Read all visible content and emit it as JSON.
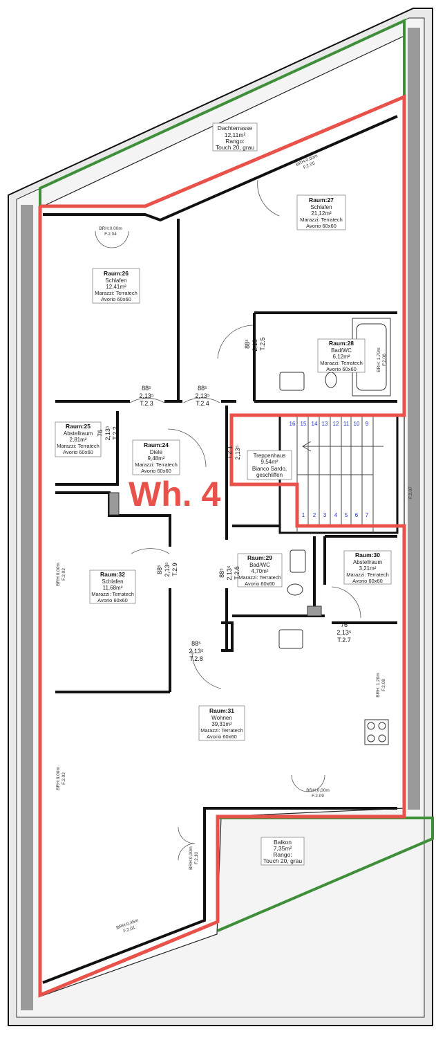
{
  "unit_label": "Wh. 4",
  "colors": {
    "unit_outline": "#e8524a",
    "outdoor_outline": "#3f8f3a",
    "wall_outline": "#111111",
    "insulation": "#9a9a9a",
    "label_box": "#777777",
    "step_numbers": "#1a35d6"
  },
  "rooms": [
    {
      "id": "dachterrasse",
      "title": "",
      "lines": [
        "Dachterrasse",
        "12,11m²",
        "Rango:",
        "Touch 20, grau"
      ]
    },
    {
      "id": "raum27",
      "title": "Raum:27",
      "lines": [
        "Schlafen",
        "21,12m²",
        "Marazzi: Terratech",
        "Avorio 60x60"
      ]
    },
    {
      "id": "raum26",
      "title": "Raum:26",
      "lines": [
        "Schlafen",
        "12,41m²",
        "Marazzi: Terratech",
        "Avorio 60x60"
      ]
    },
    {
      "id": "raum28",
      "title": "Raum:28",
      "lines": [
        "Bad/WC",
        "6,12m²",
        "Marazzi: Terratech",
        "Avorio 60x60"
      ]
    },
    {
      "id": "raum25",
      "title": "Raum:25",
      "lines": [
        "Abstellraum",
        "2,81m²",
        "Marazzi: Terratech",
        "Avorio 60x60"
      ]
    },
    {
      "id": "raum24",
      "title": "Raum:24",
      "lines": [
        "Diele",
        "9,48m²",
        "Marazzi: Terratech",
        "Avorio 60x60"
      ]
    },
    {
      "id": "treppenhaus",
      "title": "",
      "lines": [
        "Treppenhaus",
        "9,54m²",
        "Bianco Sardo,",
        "geschliffen"
      ]
    },
    {
      "id": "raum29",
      "title": "Raum:29",
      "lines": [
        "Bad/WC",
        "4,70m²",
        "Marazzi: Terratech",
        "Avorio 60x60"
      ]
    },
    {
      "id": "raum30",
      "title": "Raum:30",
      "lines": [
        "Abstellraum",
        "3,21m²",
        "Marazzi: Terratech",
        "Avorio 60x60"
      ]
    },
    {
      "id": "raum32",
      "title": "Raum:32",
      "lines": [
        "Schlafen",
        "11,68m²",
        "Marazzi: Terratech",
        "Avorio 60x60"
      ]
    },
    {
      "id": "raum31",
      "title": "Raum:31",
      "lines": [
        "Wohnen",
        "39,31m²",
        "Marazzi: Terratech",
        "Avorio 60x60"
      ]
    },
    {
      "id": "balkon",
      "title": "",
      "lines": [
        "Balkon",
        "7,35m²",
        "Rango:",
        "Touch 20, grau"
      ]
    }
  ],
  "doors": [
    {
      "id": "t23",
      "lines": [
        "88⁵",
        "2,13⁵",
        "T.2.3"
      ]
    },
    {
      "id": "t24",
      "lines": [
        "88⁵",
        "2,13⁵",
        "T.2.4"
      ]
    },
    {
      "id": "t25",
      "lines": [
        "88⁵",
        "2,13⁵",
        "T.2.5"
      ]
    },
    {
      "id": "t22",
      "lines": [
        "76",
        "2,13⁵",
        "T.2.2"
      ]
    },
    {
      "id": "t21",
      "lines": [
        "T.2.1",
        "2,13⁵"
      ]
    },
    {
      "id": "t29",
      "lines": [
        "88⁵",
        "2,13⁵",
        "T.2.9"
      ]
    },
    {
      "id": "t26",
      "lines": [
        "88⁵",
        "2,13⁵",
        "T.2.6"
      ]
    },
    {
      "id": "t27",
      "lines": [
        "76",
        "2,13⁵",
        "T.2.7"
      ]
    },
    {
      "id": "t28",
      "lines": [
        "88⁵",
        "2,13⁵",
        "T.2.8"
      ]
    }
  ],
  "windows": [
    {
      "id": "f204",
      "lines": [
        "BRH:0,00m",
        "F.2.04"
      ]
    },
    {
      "id": "f205",
      "lines": [
        "BRH:0,00m",
        "F.2.05"
      ]
    },
    {
      "id": "f206",
      "lines": [
        "BRH: 1,70m",
        "F.2.06"
      ]
    },
    {
      "id": "f207",
      "lines": [
        "F.2.07"
      ]
    },
    {
      "id": "f203",
      "lines": [
        "BRH:0,00m",
        "F.2.03"
      ]
    },
    {
      "id": "f208",
      "lines": [
        "BRH: 1,20m",
        "F.2.08"
      ]
    },
    {
      "id": "f202",
      "lines": [
        "BRH:0,00m",
        "F.2.02"
      ]
    },
    {
      "id": "f209",
      "lines": [
        "BRH:0,00m",
        "F.2.09"
      ]
    },
    {
      "id": "f210",
      "lines": [
        "BRH:0,00m",
        "F.2.10"
      ]
    },
    {
      "id": "f201",
      "lines": [
        "BRH:0,45m",
        "F.2.01"
      ]
    }
  ],
  "stairs": {
    "upper_steps": [
      "16",
      "15",
      "14",
      "13",
      "12",
      "11",
      "10",
      "9"
    ],
    "lower_steps": [
      "1",
      "2",
      "3",
      "4",
      "5",
      "6",
      "7"
    ]
  }
}
